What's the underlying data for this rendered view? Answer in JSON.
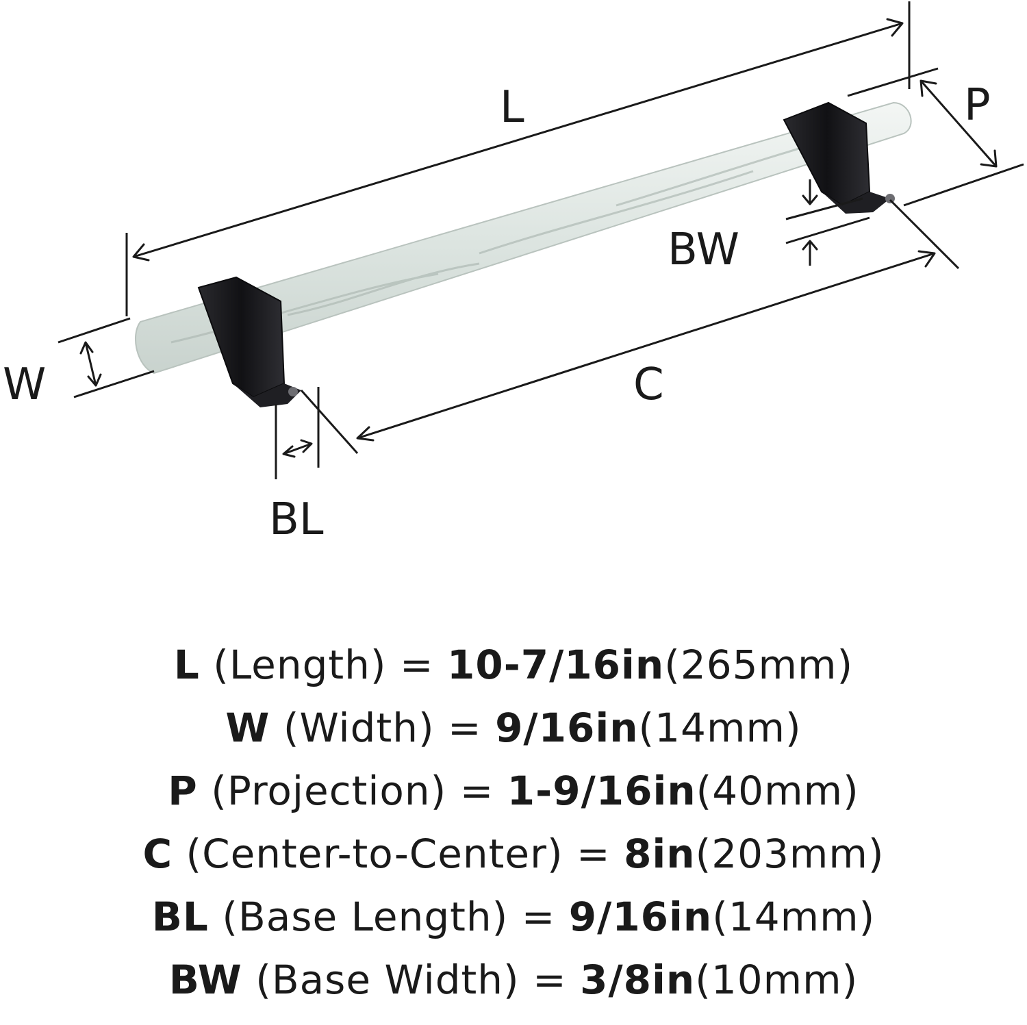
{
  "labels": {
    "L": "L",
    "P": "P",
    "BW": "BW",
    "W": "W",
    "C": "C",
    "BL": "BL"
  },
  "specs": [
    {
      "code": "L",
      "name": "(Length) = ",
      "imperial": "10-7/16in",
      "metric": "(265mm)"
    },
    {
      "code": "W",
      "name": "(Width) = ",
      "imperial": "9/16in",
      "metric": "(14mm)"
    },
    {
      "code": "P",
      "name": "(Projection) = ",
      "imperial": "1-9/16in",
      "metric": "(40mm)"
    },
    {
      "code": "C",
      "name": "(Center-to-Center) = ",
      "imperial": "8in",
      "metric": "(203mm)"
    },
    {
      "code": "BL",
      "name": "(Base Length) = ",
      "imperial": "9/16in",
      "metric": "(14mm)"
    },
    {
      "code": "BW",
      "name": "(Base Width) = ",
      "imperial": "3/8in",
      "metric": "(10mm)"
    }
  ],
  "colors": {
    "ink": "#1a1a1a",
    "marble": "#dfe7e3",
    "base_metal": "#1c1c1e"
  }
}
